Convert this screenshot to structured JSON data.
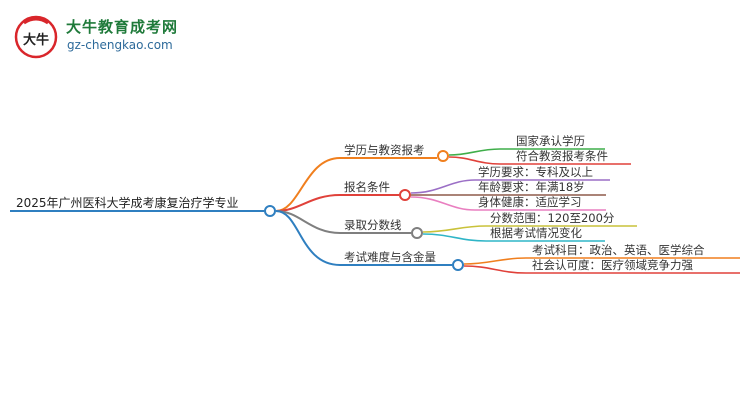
{
  "logo": {
    "title": "大牛教育成考网",
    "url": "gz-chengkao.com",
    "mark_text": "大牛"
  },
  "root": {
    "label": "2025年广州医科大学成考康复治疗学专业"
  },
  "branches": [
    {
      "label": "学历与教资报考",
      "color": "#f07f1e",
      "children": [
        "国家承认学历",
        "符合教资报考条件"
      ],
      "child_colors": [
        "#3fae4a",
        "#e0413a"
      ]
    },
    {
      "label": "报名条件",
      "color": "#e0413a",
      "children": [
        "学历要求：专科及以上",
        "年龄要求：年满18岁",
        "身体健康：适应学习"
      ],
      "child_colors": [
        "#9b6fc6",
        "#8d5a4a",
        "#e97fc0"
      ]
    },
    {
      "label": "录取分数线",
      "color": "#7f7f7f",
      "children": [
        "分数范围：120至200分",
        "根据考试情况变化"
      ],
      "child_colors": [
        "#c9c23a",
        "#2fb5c7"
      ]
    },
    {
      "label": "考试难度与含金量",
      "color": "#2f7fc0",
      "children": [
        "考试科目：政治、英语、医学综合",
        "社会认可度：医疗领域竞争力强"
      ],
      "child_colors": [
        "#f07f1e",
        "#e0413a"
      ]
    }
  ]
}
